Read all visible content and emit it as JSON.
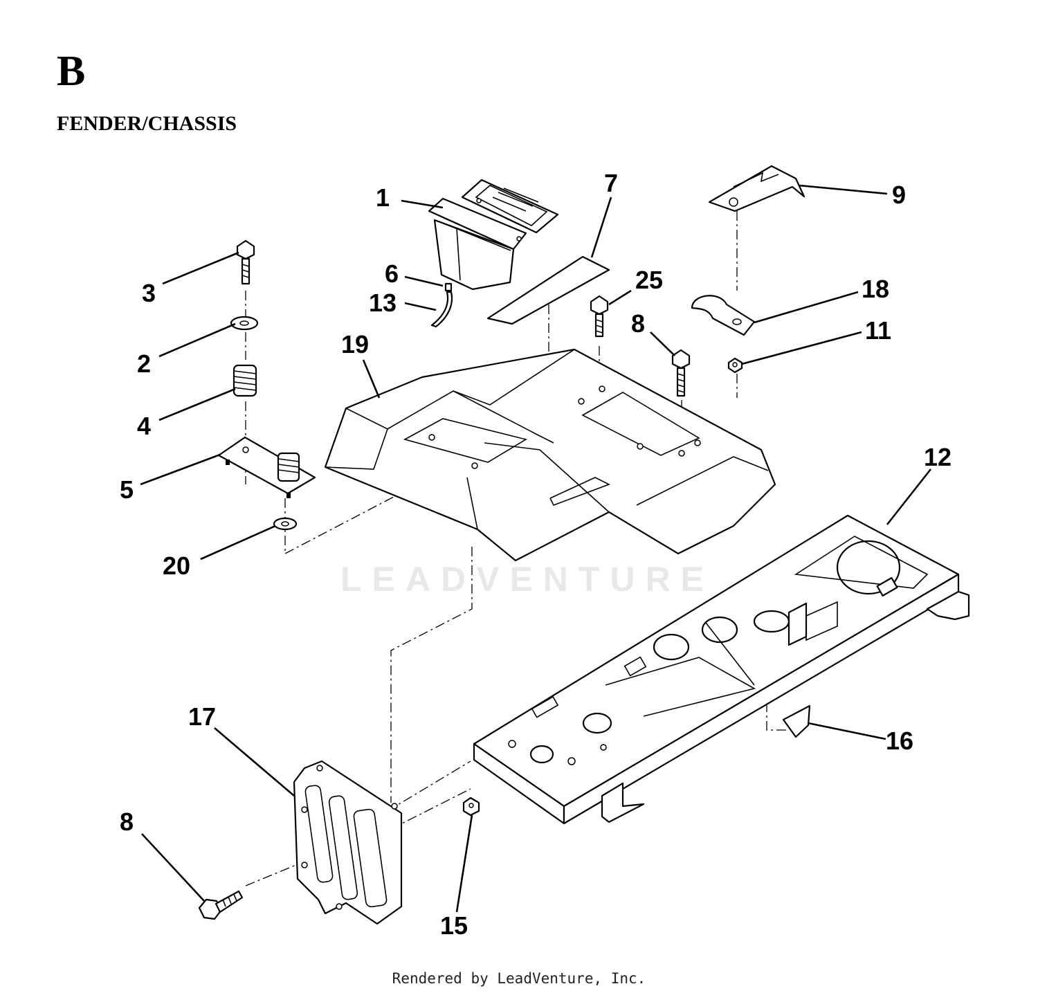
{
  "section": {
    "letter": "B",
    "title": "FENDER/CHASSIS"
  },
  "callouts": {
    "c1": "1",
    "c7": "7",
    "c9": "9",
    "c6": "6",
    "c25": "25",
    "c18": "18",
    "c3": "3",
    "c13": "13",
    "c8a": "8",
    "c11": "11",
    "c2": "2",
    "c19": "19",
    "c4": "4",
    "c12": "12",
    "c5": "5",
    "c20": "20",
    "c17": "17",
    "c16": "16",
    "c8b": "8",
    "c15": "15"
  },
  "watermark": {
    "text": "LEADVENTURE"
  },
  "footer": {
    "text": "Rendered by LeadVenture, Inc."
  }
}
